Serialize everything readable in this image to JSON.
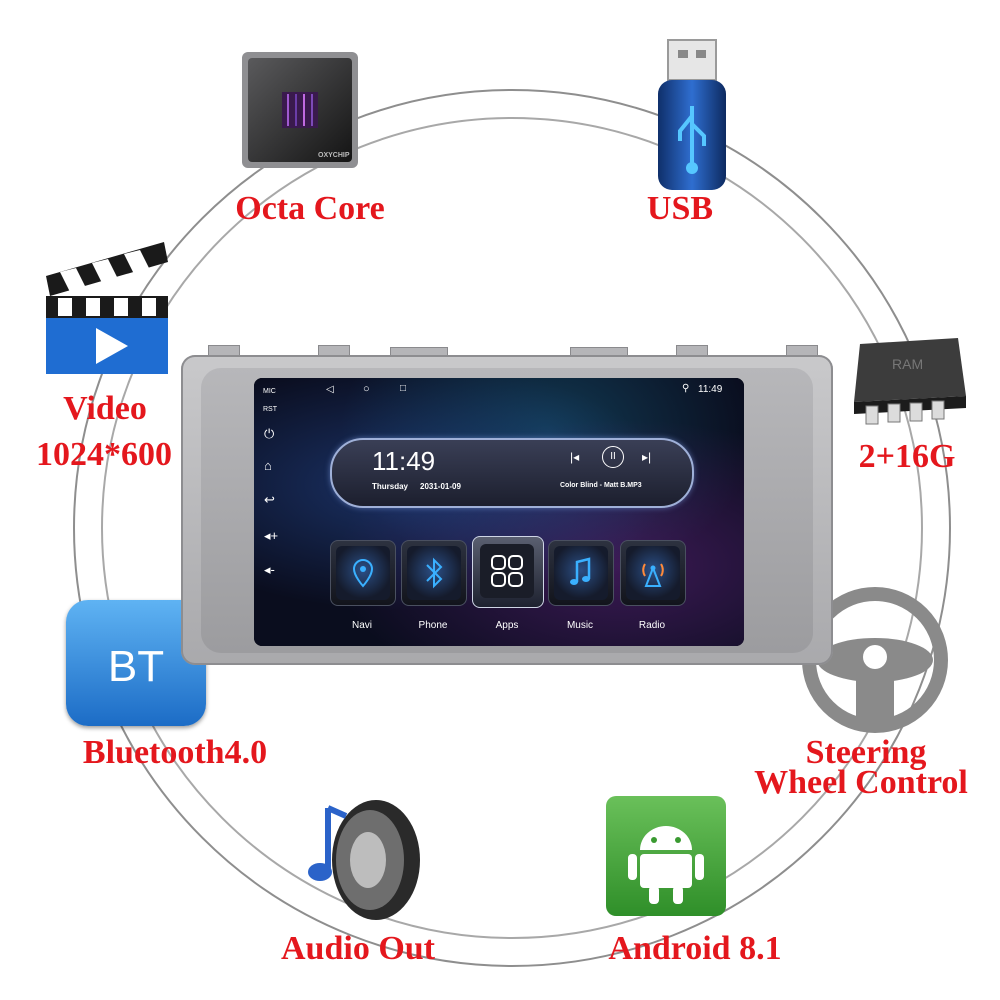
{
  "features": {
    "octa_core": "Octa Core",
    "usb": "USB",
    "video_line1": "Video",
    "video_line2": "1024*600",
    "ram": "2+16G",
    "bluetooth": "Bluetooth4.0",
    "steering_line1": "Steering",
    "steering_line2": "Wheel Control",
    "audio_out": "Audio Out",
    "android": "Android 8.1"
  },
  "icon_text": {
    "chip_brand": "OXYCHIP",
    "ram_chip": "RAM",
    "bt_badge": "BT"
  },
  "screen": {
    "status": {
      "mic": "MIC",
      "rst": "RST",
      "time": "11:49"
    },
    "widget": {
      "time": "11:49",
      "day": "Thursday",
      "date": "2031-01-09",
      "track": "Color Blind - Matt B.MP3"
    },
    "apps": [
      {
        "label": "Navi",
        "icon": "location-pin-icon"
      },
      {
        "label": "Phone",
        "icon": "bluetooth-icon"
      },
      {
        "label": "Apps",
        "icon": "apps-grid-icon"
      },
      {
        "label": "Music",
        "icon": "music-note-icon"
      },
      {
        "label": "Radio",
        "icon": "radio-tower-icon"
      }
    ]
  },
  "colors": {
    "label_red": "#e4171d",
    "ring_gray": "#8e8e8e",
    "bt_blue": "#2b84d9",
    "android_green": "#3fa535"
  }
}
